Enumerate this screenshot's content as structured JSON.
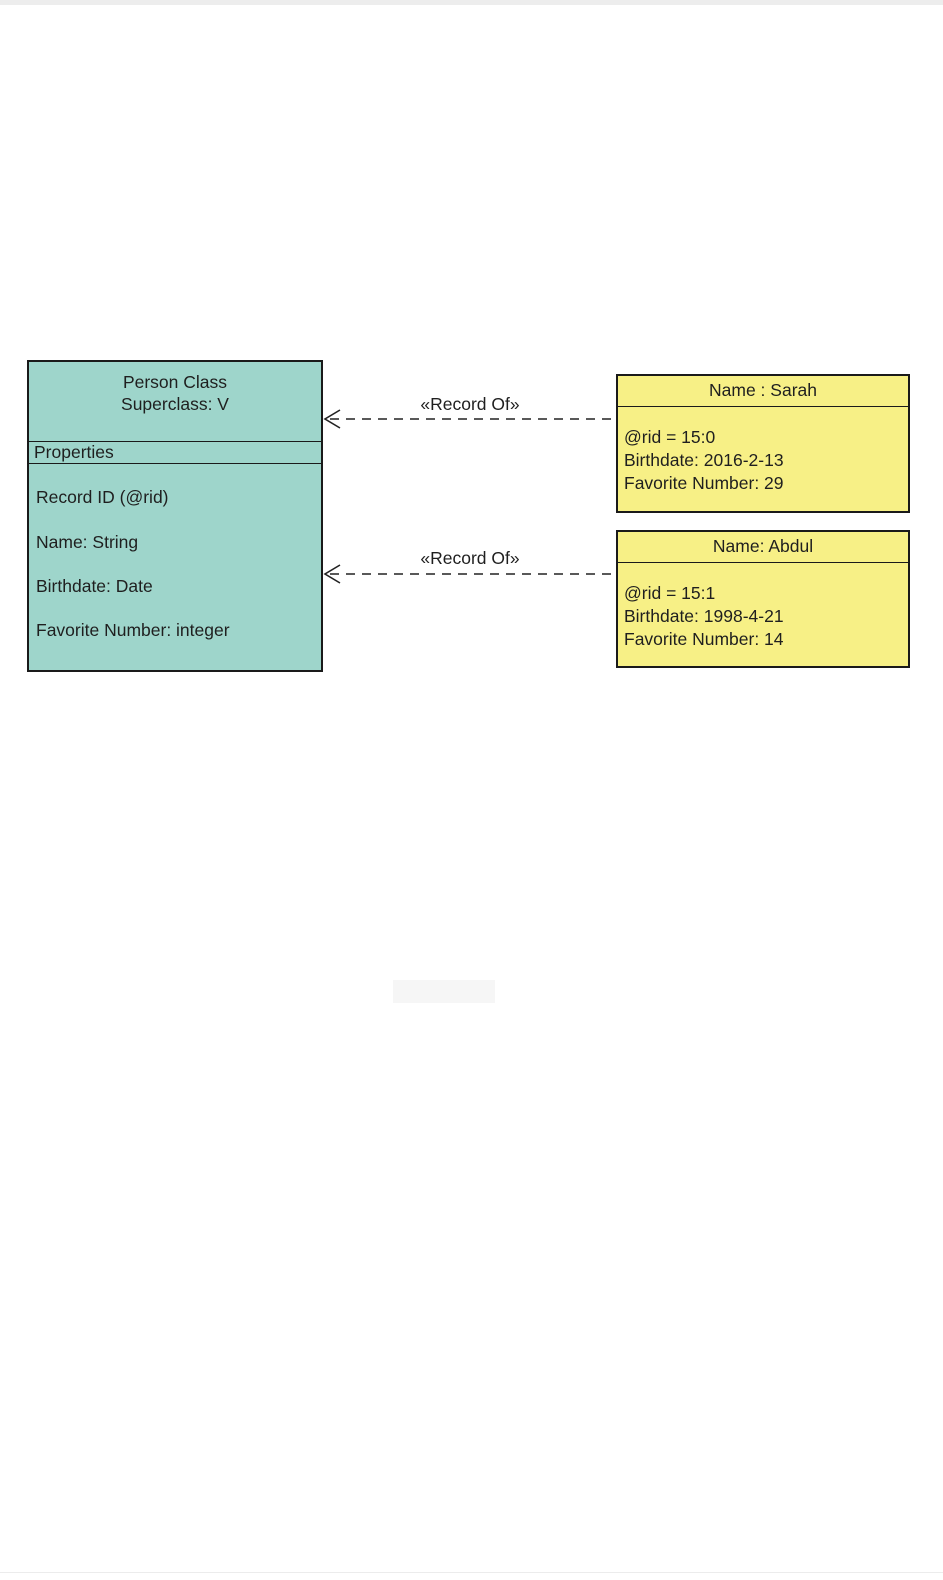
{
  "colors": {
    "class_fill": "#9ed5cb",
    "record_fill": "#f7f086",
    "border": "#1a1a1a",
    "text": "#1f1f1f"
  },
  "class_box": {
    "title_line1": "Person Class",
    "title_line2": "Superclass: V",
    "section_label": "Properties",
    "properties": [
      "Record ID (@rid)",
      "Name: String",
      "Birthdate: Date",
      "Favorite Number: integer"
    ]
  },
  "records": [
    {
      "header": "Name : Sarah",
      "fields": [
        "@rid = 15:0",
        "Birthdate: 2016-2-13",
        "Favorite Number: 29"
      ]
    },
    {
      "header": "Name: Abdul",
      "fields": [
        "@rid = 15:1",
        "Birthdate: 1998-4-21",
        "Favorite Number: 14"
      ]
    }
  ],
  "connectors": [
    {
      "label": "«Record Of»"
    },
    {
      "label": "«Record Of»"
    }
  ]
}
